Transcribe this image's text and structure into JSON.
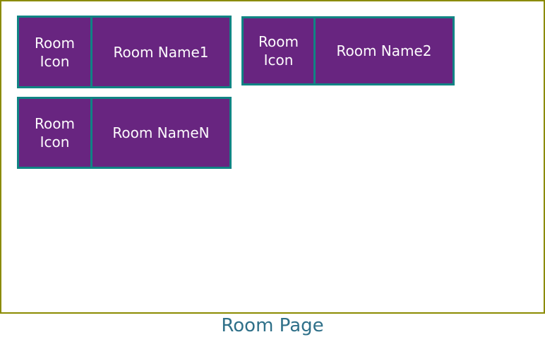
{
  "page": {
    "caption": "Room Page",
    "background": "#ffffff"
  },
  "colors": {
    "frame-border": "#8b8b00",
    "card-border": "#108484",
    "card-fill": "#682580",
    "card-text": "#fdfbfd",
    "caption-color": "#2f7089",
    "page-bg": "#ffffff"
  },
  "rooms": [
    {
      "icon_label": "Room Icon",
      "name": "Room Name1"
    },
    {
      "icon_label": "Room Icon",
      "name": "Room Name2"
    },
    {
      "icon_label": "Room Icon",
      "name": "Room NameN"
    }
  ]
}
